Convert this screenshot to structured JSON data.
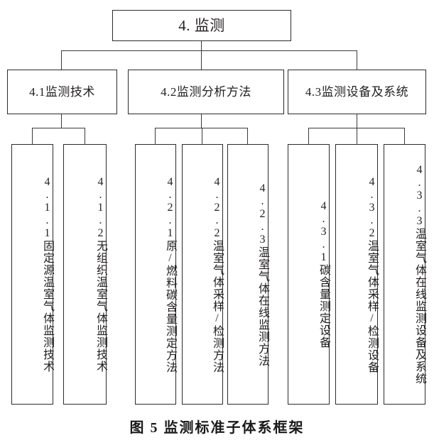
{
  "figure": {
    "caption": "图 5 监测标准子体系框架",
    "root": {
      "label": "4. 监测"
    },
    "level2": [
      {
        "id": "4.1",
        "label": "4.1监测技术"
      },
      {
        "id": "4.2",
        "label": "4.2监测分析方法"
      },
      {
        "id": "4.3",
        "label": "4.3监测设备及系统"
      }
    ],
    "leaves": [
      {
        "id": "4.1.1",
        "label": "4.1.1固定源温室气体监测技术"
      },
      {
        "id": "4.1.2",
        "label": "4.1.2无组织温室气体监测技术"
      },
      {
        "id": "4.2.1",
        "label": "4.2.1原/燃料碳含量测定方法"
      },
      {
        "id": "4.2.2",
        "label": "4.2.2温室气体采样/检测方法"
      },
      {
        "id": "4.2.3",
        "label": "4.2.3温室气体在线监测方法"
      },
      {
        "id": "4.3.1",
        "label": "4.3.1碳含量测定设备"
      },
      {
        "id": "4.3.2",
        "label": "4.3.2温室气体采样/检测设备"
      },
      {
        "id": "4.3.3",
        "label": "4.3.3温室气体在线监测设备及系统"
      }
    ],
    "colors": {
      "box_border": "#2b2b2b",
      "connector": "#3a3a3a",
      "text": "#231f20",
      "background": "#ffffff"
    }
  }
}
